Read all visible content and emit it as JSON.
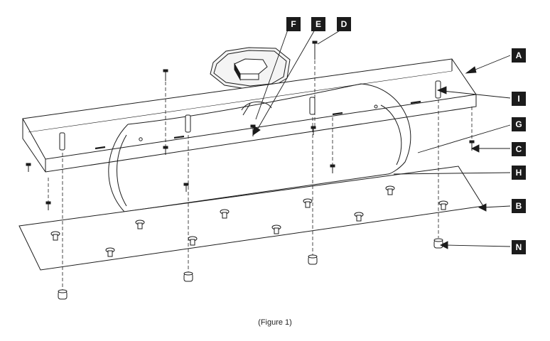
{
  "callouts": {
    "A": "A",
    "B": "B",
    "C": "C",
    "D": "D",
    "E": "E",
    "F": "F",
    "G": "G",
    "H": "H",
    "I": "I",
    "N": "N"
  },
  "caption": "(Figure 1)",
  "colors": {
    "line": "#1b1b1b",
    "callout_bg": "#1b1b1b",
    "callout_text": "#ffffff",
    "background": "#ffffff"
  }
}
